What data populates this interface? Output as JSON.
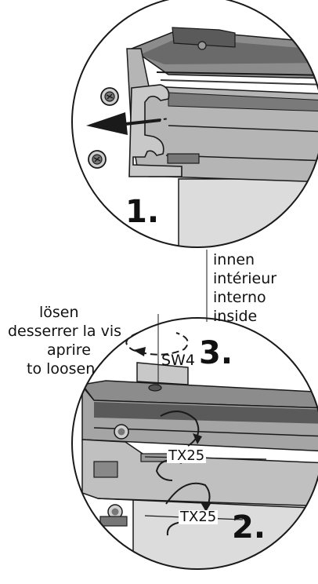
{
  "steps": {
    "one": "1.",
    "two": "2.",
    "three": "3."
  },
  "inside_labels": [
    "innen",
    "intérieur",
    "interno",
    "inside"
  ],
  "loosen_labels": [
    "lösen",
    "desserrer la vis",
    "aprire",
    "to loosen"
  ],
  "tools": {
    "sw": "SW4",
    "tx_upper": "TX25",
    "tx_lower": "TX25"
  },
  "colors": {
    "line": "#1a1a1a",
    "rail_dark": "#5a5a5a",
    "rail_mid": "#8c8c8c",
    "rail_light": "#b5b5b5",
    "panel": "#dcdcdc"
  }
}
